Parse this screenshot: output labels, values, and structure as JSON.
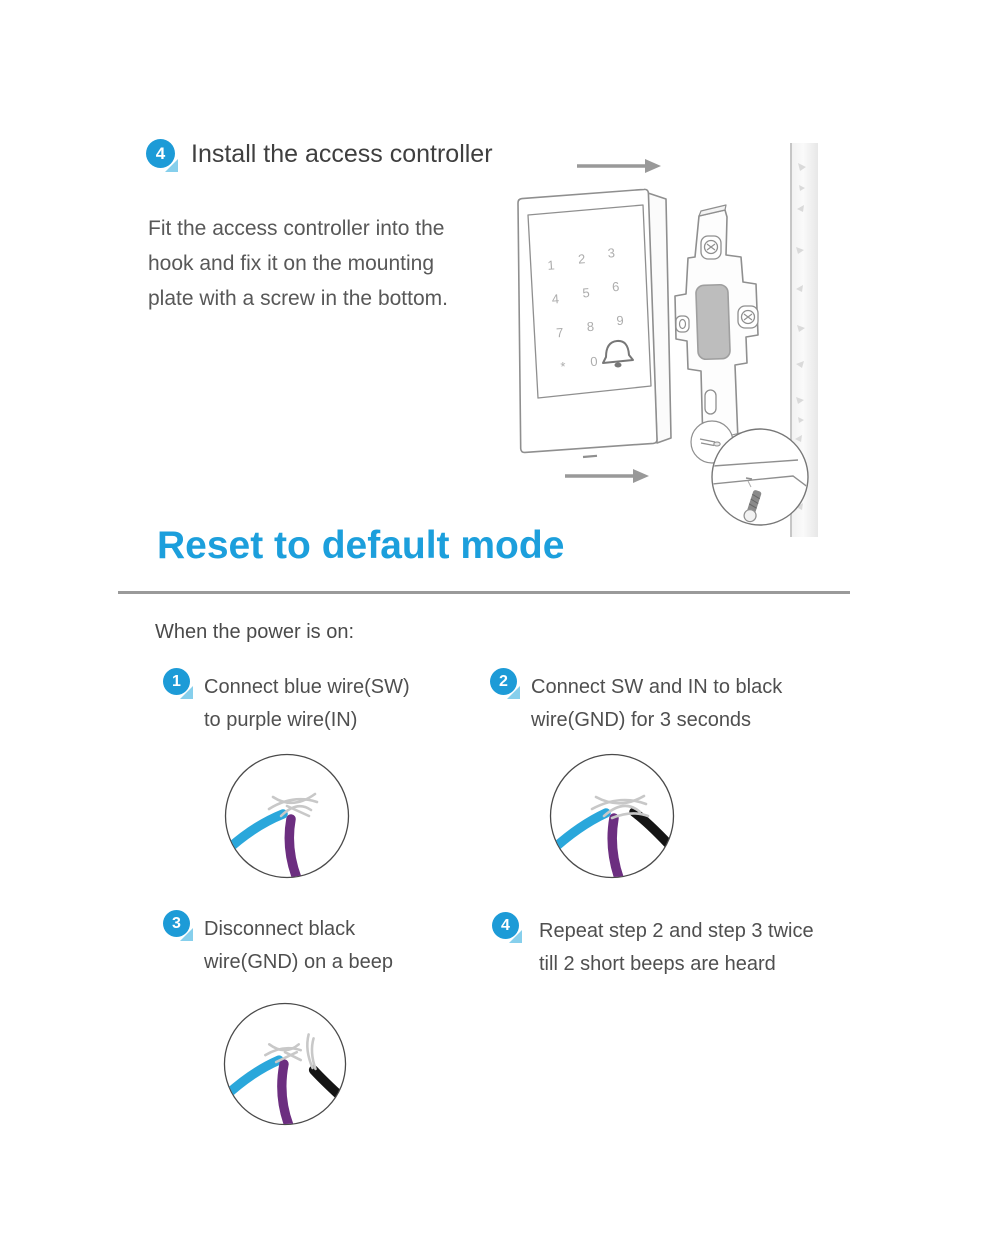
{
  "install": {
    "badge": "4",
    "title": "Install the access controller",
    "body_lines": [
      "Fit the access controller into the",
      "hook and fix it on the mounting",
      "plate with a screw in the bottom."
    ]
  },
  "reset": {
    "heading": "Reset to default mode",
    "intro": "When the power is on:",
    "steps": [
      {
        "num": "1",
        "lines": [
          "Connect blue wire(SW)",
          "to purple wire(IN)"
        ]
      },
      {
        "num": "2",
        "lines": [
          "Connect SW and IN to black",
          "wire(GND) for 3 seconds"
        ]
      },
      {
        "num": "3",
        "lines": [
          "Disconnect black",
          "wire(GND) on a beep"
        ]
      },
      {
        "num": "4",
        "lines": [
          "Repeat step 2 and step 3 twice",
          "till 2 short beeps are heard"
        ]
      }
    ]
  },
  "diagram": {
    "keypad": [
      "1",
      "2",
      "3",
      "4",
      "5",
      "6",
      "7",
      "8",
      "9",
      "*",
      "0"
    ],
    "icons": [
      "arrow-right-icon",
      "bell-icon",
      "screw-icon",
      "magnifier-detail-circle"
    ],
    "parts": [
      "access-controller",
      "mounting-plate",
      "wall"
    ]
  },
  "colors": {
    "badge_blue": "#1D9BD7",
    "badge_tail_blue": "#86CFEC",
    "heading_blue": "#1C9FDC",
    "wire_blue": "#2AA7DB",
    "wire_purple": "#6C2E80",
    "wire_black": "#151515",
    "wire_silver": "#C8C8C8",
    "text_dark": "#4F4F4F",
    "divider_gray": "#9A9A9A"
  }
}
